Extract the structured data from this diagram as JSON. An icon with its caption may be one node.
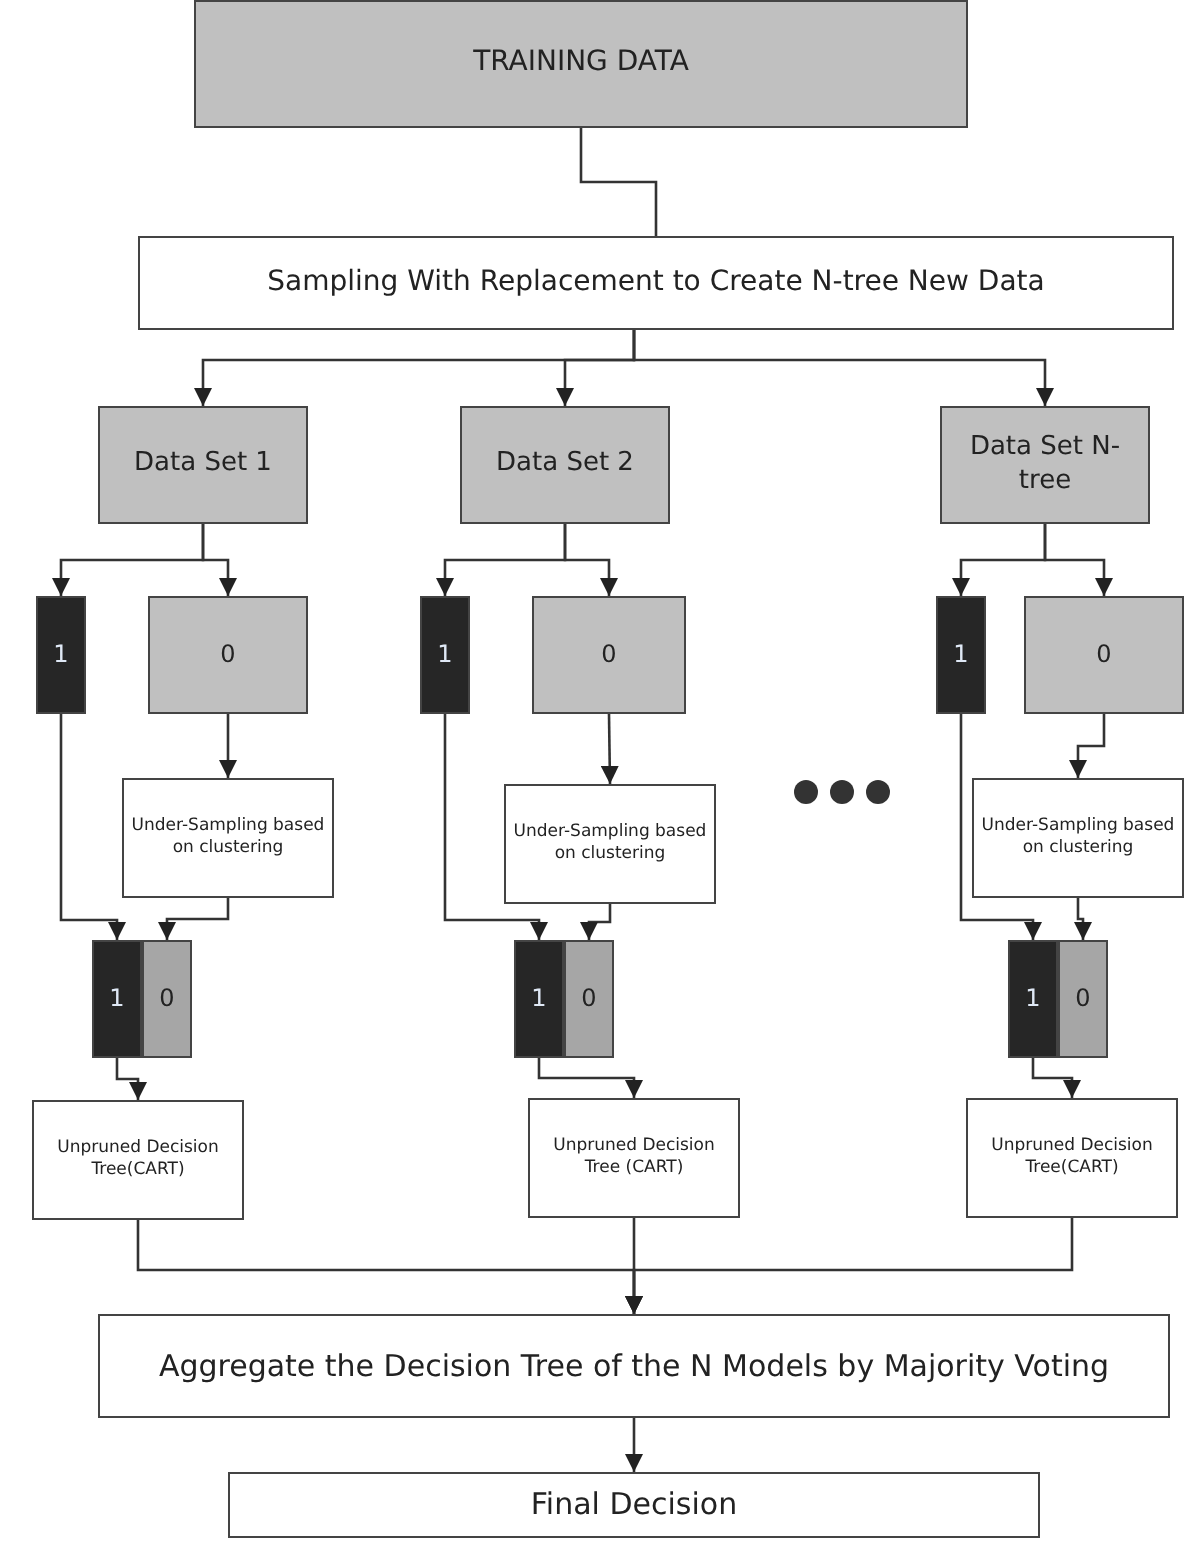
{
  "diagram": {
    "nodes": [
      {
        "text": [
          "TRAINING DATA"
        ]
      },
      {
        "text": [
          "Sampling With Replacement to Create N-tree New Data"
        ]
      },
      {
        "text": [
          "Data Set 1"
        ]
      },
      {
        "text": [
          "1"
        ]
      },
      {
        "text": [
          "0"
        ]
      },
      {
        "text": [
          "Under-Sampling based on clustering"
        ]
      },
      {
        "text": [
          "1"
        ]
      },
      {
        "text": [
          "0"
        ]
      },
      {
        "text": [
          "Unpruned Decision Tree(CART)"
        ]
      },
      {
        "text": [
          "Data Set 2"
        ]
      },
      {
        "text": [
          "1"
        ]
      },
      {
        "text": [
          "0"
        ]
      },
      {
        "text": [
          "Under-Sampling based on clustering"
        ]
      },
      {
        "text": [
          "1"
        ]
      },
      {
        "text": [
          "0"
        ]
      },
      {
        "text": [
          "Unpruned Decision Tree (CART)"
        ]
      },
      {
        "text": [
          "Data Set N-tree"
        ]
      },
      {
        "text": [
          "1"
        ]
      },
      {
        "text": [
          "0"
        ]
      },
      {
        "text": [
          "Under-Sampling based on clustering"
        ]
      },
      {
        "text": [
          "1"
        ]
      },
      {
        "text": [
          "0"
        ]
      },
      {
        "text": [
          "Unpruned Decision Tree(CART)"
        ]
      },
      {
        "text": [
          "Aggregate the Decision Tree of the N Models by Majority Voting"
        ]
      },
      {
        "text": [
          "Final Decision"
        ]
      }
    ],
    "edges": [
      {
        "from": 0,
        "to": 1,
        "arrow": "none"
      },
      {
        "from": 1,
        "to": 2,
        "arrow": "to"
      },
      {
        "from": 1,
        "to": 9,
        "arrow": "to"
      },
      {
        "from": 1,
        "to": 16,
        "arrow": "to"
      },
      {
        "from": 2,
        "to": 3,
        "arrow": "to"
      },
      {
        "from": 2,
        "to": 4,
        "arrow": "to"
      },
      {
        "from": 4,
        "to": 5,
        "arrow": "to"
      },
      {
        "from": 3,
        "to": 6,
        "arrow": "to"
      },
      {
        "from": 5,
        "to": 7,
        "arrow": "to"
      },
      {
        "from": 6,
        "to": 8,
        "arrow": "to"
      },
      {
        "from": 9,
        "to": 10,
        "arrow": "to"
      },
      {
        "from": 9,
        "to": 11,
        "arrow": "to"
      },
      {
        "from": 11,
        "to": 12,
        "arrow": "to"
      },
      {
        "from": 10,
        "to": 13,
        "arrow": "to"
      },
      {
        "from": 12,
        "to": 14,
        "arrow": "to"
      },
      {
        "from": 13,
        "to": 15,
        "arrow": "to"
      },
      {
        "from": 16,
        "to": 17,
        "arrow": "to"
      },
      {
        "from": 16,
        "to": 18,
        "arrow": "to"
      },
      {
        "from": 18,
        "to": 19,
        "arrow": "to"
      },
      {
        "from": 17,
        "to": 20,
        "arrow": "to"
      },
      {
        "from": 19,
        "to": 21,
        "arrow": "to"
      },
      {
        "from": 20,
        "to": 22,
        "arrow": "to"
      },
      {
        "from": 8,
        "to": 23,
        "arrow": "to"
      },
      {
        "from": 15,
        "to": 23,
        "arrow": "to"
      },
      {
        "from": 22,
        "to": 23,
        "arrow": "to"
      },
      {
        "from": 23,
        "to": 24,
        "arrow": "to"
      }
    ]
  }
}
